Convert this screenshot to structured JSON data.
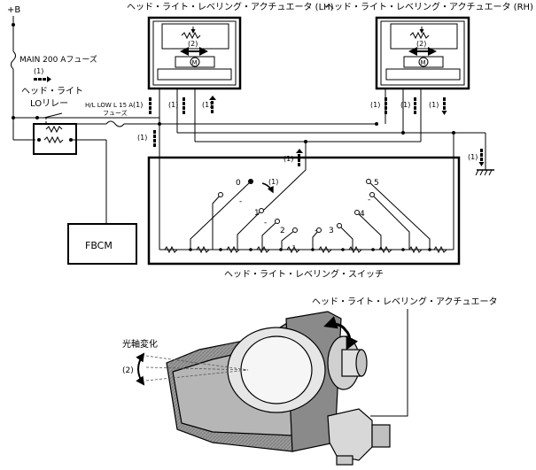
{
  "labels": {
    "supply": "+B",
    "main_fuse": "MAIN 200 Aフューズ",
    "main_fuse_mark": "(1)",
    "relay_line1": "ヘッド・ライト",
    "relay_line2": "LOリレー",
    "hl_fuse_line1": "H/L LOW L 15 A",
    "hl_fuse_line2": "フューズ",
    "actuator_lh": "ヘッド・ライト・レベリング・アクチュエータ (LH)",
    "actuator_rh": "ヘッド・ライト・レベリング・アクチュエータ (RH)",
    "motor_symbol": "M",
    "arrow_mark_2": "(2)",
    "fbcm": "FBCM",
    "switch_label": "ヘッド・ライト・レベリング・スイッチ",
    "actuator_bottom": "ヘッド・ライト・レベリング・アクチュエータ",
    "optical_axis": "光軸変化",
    "mark_1": "(1)",
    "mark_2": "(2)",
    "pos_0": "0",
    "pos_1": "1",
    "pos_2": "2",
    "pos_3": "3",
    "pos_4": "4",
    "pos_5": "5",
    "dash": "-"
  }
}
